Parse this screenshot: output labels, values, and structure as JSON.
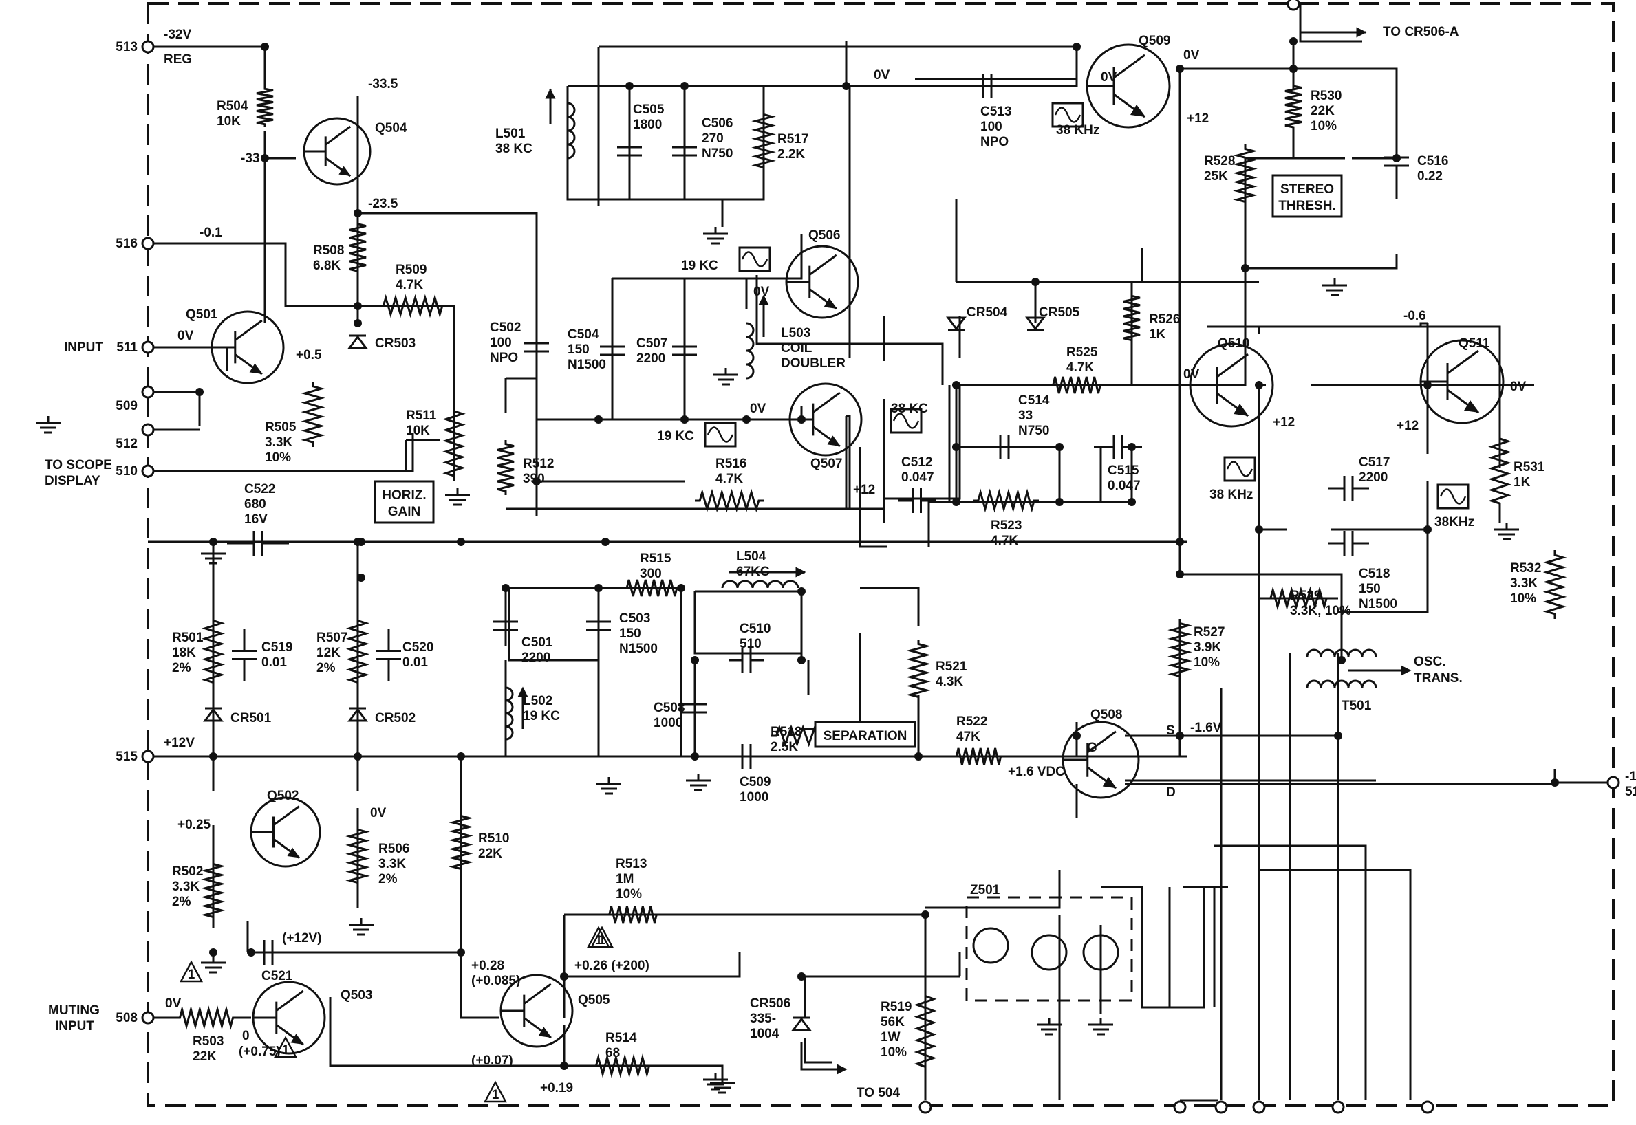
{
  "terminals": {
    "t513": "513",
    "t516": "516",
    "t511": "511",
    "t509": "509",
    "t512": "512",
    "t510": "510",
    "t515": "515",
    "t508": "508",
    "t514": "-1\n51"
  },
  "labels": {
    "neg32v": "-32V",
    "reg": "REG",
    "input": "INPUT",
    "to_scope": "TO SCOPE",
    "display": "DISPLAY",
    "plus12v": "+12V",
    "muting": "MUTING",
    "muting_input": "INPUT",
    "to_cr506a": "TO CR506-A",
    "to_504": "TO 504",
    "osc_trans": "OSC.",
    "osc_trans2": "TRANS."
  },
  "voltages": {
    "v_335": "-33.5",
    "v_33": "-33",
    "v_235": "-23.5",
    "v_01": "-0.1",
    "v_0v_q501": "0V",
    "v_p05": "+0.5",
    "v_0v_top": "0V",
    "v_0v_q509": "0V",
    "v_0v_q509b": "0V",
    "v_p12_q509": "+12",
    "v_19kc_a": "19 KC",
    "v_19kc_b": "19 KC",
    "v_0v_l503a": "0V",
    "v_0v_l503b": "0V",
    "v_38kc": "38 KC",
    "v_p12_q507": "+12",
    "v_06": "-0.6",
    "v_0v_q510": "0V",
    "v_0v_q511": "0V",
    "v_p12_q510": "+12",
    "v_p12_q511": "+12",
    "v_38khz_a": "38 KHz",
    "v_38khz_b": "38KHz",
    "v_38khz_c": "38 KHz",
    "v_16v": "-1.6V",
    "v_p16vdc": "+1.6 VDC",
    "v_025": "+0.25",
    "v_0v_q502": "0V",
    "v_p12v_c521": "(+12V)",
    "v_028": "+0.28",
    "v_0085": "(+0.085)",
    "v_026": "+0.26 (+200)",
    "v_0v_mute": "0V",
    "v_0": "0",
    "v_075": "(+0.75)",
    "v_007": "(+0.07)",
    "v_019": "+0.19"
  },
  "components": {
    "R504": [
      "R504",
      "10K"
    ],
    "Q504": [
      "Q504"
    ],
    "R508": [
      "R508",
      "6.8K"
    ],
    "R509": [
      "R509",
      "4.7K"
    ],
    "CR503": [
      "CR503"
    ],
    "Q501": [
      "Q501"
    ],
    "R505": [
      "R505",
      "3.3K",
      "10%"
    ],
    "R511": [
      "R511",
      "10K"
    ],
    "C522": [
      "C522",
      "680",
      "16V"
    ],
    "R501": [
      "R501",
      "18K",
      "2%"
    ],
    "C519": [
      "C519",
      "0.01"
    ],
    "CR501": [
      "CR501"
    ],
    "R507": [
      "R507",
      "12K",
      "2%"
    ],
    "C520": [
      "C520",
      "0.01"
    ],
    "CR502": [
      "CR502"
    ],
    "Q502": [
      "Q502"
    ],
    "R502": [
      "R502",
      "3.3K",
      "2%"
    ],
    "R506": [
      "R506",
      "3.3K",
      "2%"
    ],
    "R510": [
      "R510",
      "22K"
    ],
    "C521": [
      "C521"
    ],
    "Q503": [
      "Q503"
    ],
    "R503": [
      "R503",
      "22K"
    ],
    "Q505": [
      "Q505"
    ],
    "R513": [
      "R513",
      "1M",
      "10%"
    ],
    "R514": [
      "R514",
      "68"
    ],
    "CR506": [
      "CR506",
      "335-",
      "1004"
    ],
    "R519": [
      "R519",
      "56K",
      "1W",
      "10%"
    ],
    "Z501": [
      "Z501"
    ],
    "L501": [
      "L501",
      "38 KC"
    ],
    "C505": [
      "C505",
      "1800"
    ],
    "C506": [
      "C506",
      "270",
      "N750"
    ],
    "R517": [
      "R517",
      "2.2K"
    ],
    "C502": [
      "C502",
      "100",
      "NPO"
    ],
    "C504": [
      "C504",
      "150",
      "N1500"
    ],
    "C507": [
      "C507",
      "2200"
    ],
    "L503": [
      "L503",
      "COIL",
      "DOUBLER"
    ],
    "Q506": [
      "Q506"
    ],
    "Q507": [
      "Q507"
    ],
    "R516": [
      "R516",
      "4.7K"
    ],
    "R512": [
      "R512",
      "390"
    ],
    "C512": [
      "C512",
      "0.047"
    ],
    "C513": [
      "C513",
      "100",
      "NPO"
    ],
    "Q509": [
      "Q509"
    ],
    "R530": [
      "R530",
      "22K",
      "10%"
    ],
    "R528": [
      "R528",
      "25K"
    ],
    "C516": [
      "C516",
      "0.22"
    ],
    "CR504": [
      "CR504"
    ],
    "CR505": [
      "CR505"
    ],
    "R526": [
      "R526",
      "1K"
    ],
    "R525": [
      "R525",
      "4.7K"
    ],
    "C514": [
      "C514",
      "33",
      "N750"
    ],
    "R523": [
      "R523",
      "4.7K"
    ],
    "C515": [
      "C515",
      "0.047"
    ],
    "Q510": [
      "Q510"
    ],
    "Q511": [
      "Q511"
    ],
    "C517": [
      "C517",
      "2200"
    ],
    "C518": [
      "C518",
      "150",
      "N1500"
    ],
    "R531": [
      "R531",
      "1K"
    ],
    "R532": [
      "R532",
      "3.3K",
      "10%"
    ],
    "R529": [
      "R529",
      "3.3K, 10%"
    ],
    "T501": [
      "T501"
    ],
    "R527": [
      "R527",
      "3.9K",
      "10%"
    ],
    "Q508": [
      "Q508"
    ],
    "R515": [
      "R515",
      "300"
    ],
    "L504": [
      "L504",
      "67KC"
    ],
    "C501": [
      "C501",
      "2200"
    ],
    "C503": [
      "C503",
      "150",
      "N1500"
    ],
    "C510": [
      "C510",
      "510"
    ],
    "C508": [
      "C508",
      "1000"
    ],
    "R518": [
      "R518",
      "2.5K"
    ],
    "C509": [
      "C509",
      "1000"
    ],
    "R521": [
      "R521",
      "4.3K"
    ],
    "R522": [
      "R522",
      "47K"
    ],
    "L502": [
      "L502",
      "19 KC"
    ]
  },
  "boxed": {
    "horiz_gain": [
      "HORIZ.",
      "GAIN"
    ],
    "stereo_thresh": [
      "STEREO",
      "THRESH."
    ],
    "separation": [
      "SEPARATION"
    ]
  },
  "pins": {
    "g": "G",
    "s": "S",
    "d": "D"
  },
  "warning_marks": [
    "1",
    "1",
    "1",
    "1",
    "1"
  ]
}
